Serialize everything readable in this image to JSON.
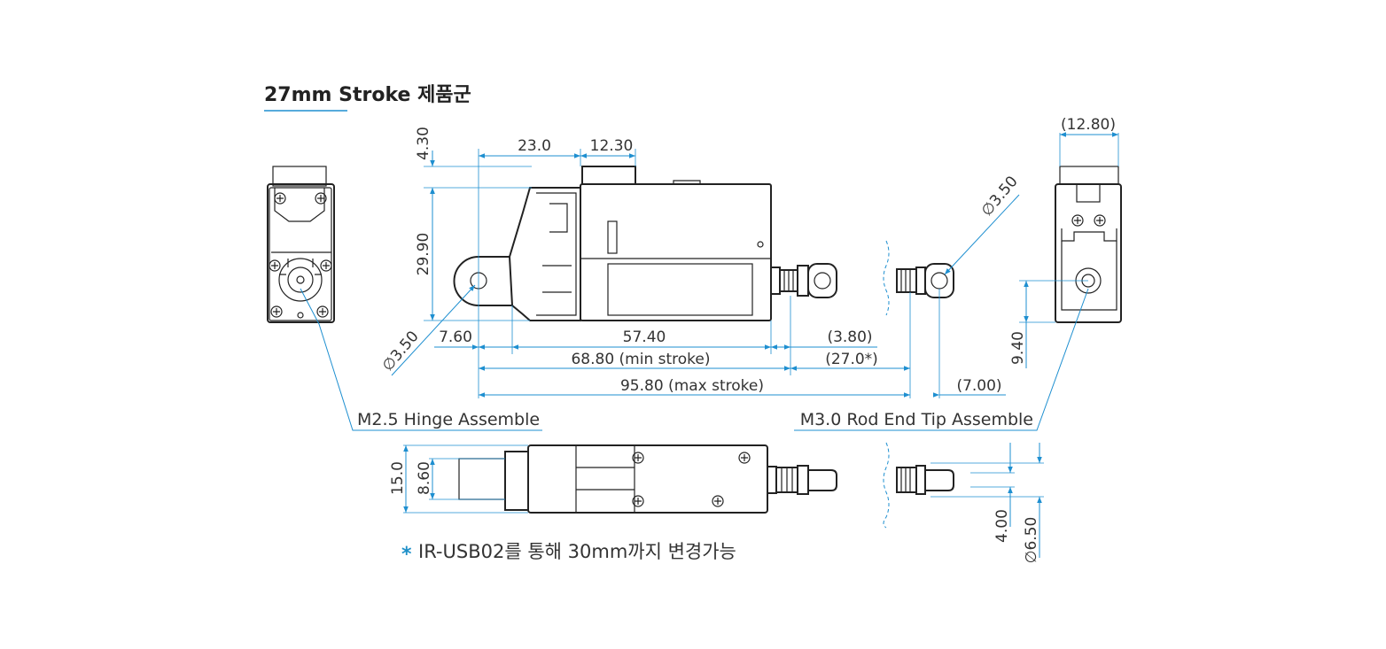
{
  "title": "27mm Stroke 제품군",
  "dimensions": {
    "top_offset": "4.30",
    "width_a": "23.0",
    "width_b": "12.30",
    "height": "29.90",
    "hinge_dia": "∅3.50",
    "rod_dia": "∅3.50",
    "hinge_len": "7.60",
    "body_len": "57.40",
    "ext_len": "(3.80)",
    "min_stroke": "68.80 (min stroke)",
    "stroke": "(27.0*)",
    "max_stroke": "95.80 (max stroke)",
    "tip_len": "(7.00)",
    "end_width": "(12.80)",
    "hole_height": "9.40",
    "bottom_h1": "15.0",
    "bottom_h2": "8.60",
    "shaft_d": "4.00",
    "shaft_dia": "∅6.50"
  },
  "labels": {
    "hinge": "M2.5 Hinge Assemble",
    "rod_end": "M3.0 Rod End Tip Assemble"
  },
  "note": {
    "symbol": "*",
    "text": "IR-USB02를 통해 30mm까지 변경가능"
  },
  "colors": {
    "dimension_line": "#1e8fd0",
    "outline": "#222222",
    "accent": "#1e90c8"
  }
}
